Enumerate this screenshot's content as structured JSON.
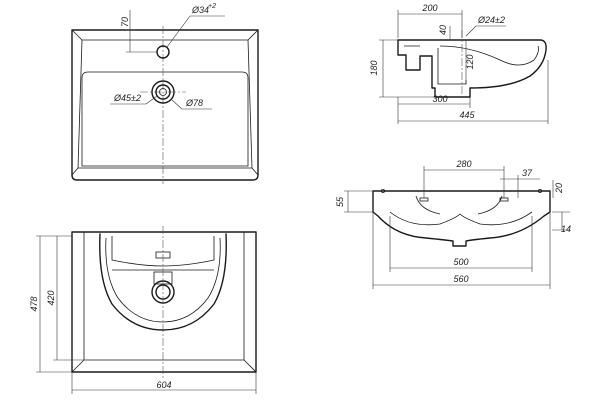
{
  "top_view": {
    "dim_tap_offset": "70",
    "dim_tap_hole": "Ø34",
    "dim_tap_hole_tol": "+2",
    "dim_drain_hole": "Ø45±2",
    "dim_drain_bowl": "Ø78"
  },
  "side_section": {
    "dim_top_width": "200",
    "dim_offset": "40",
    "dim_overflow_hole": "Ø24±2",
    "dim_depth": "120",
    "dim_height": "180",
    "dim_inner": "300",
    "dim_total_depth": "445"
  },
  "front_view": {
    "dim_holes_span": "280",
    "dim_hole_width": "37",
    "dim_edge_height": "20",
    "dim_rim_height": "55",
    "dim_lip": "14",
    "dim_inner_width": "500",
    "dim_overall_width": "560"
  },
  "bottom_view": {
    "dim_total_height": "478",
    "dim_inner_height": "420",
    "dim_width": "604"
  },
  "colors": {
    "line": "#1a1a1a",
    "background": "#ffffff"
  }
}
